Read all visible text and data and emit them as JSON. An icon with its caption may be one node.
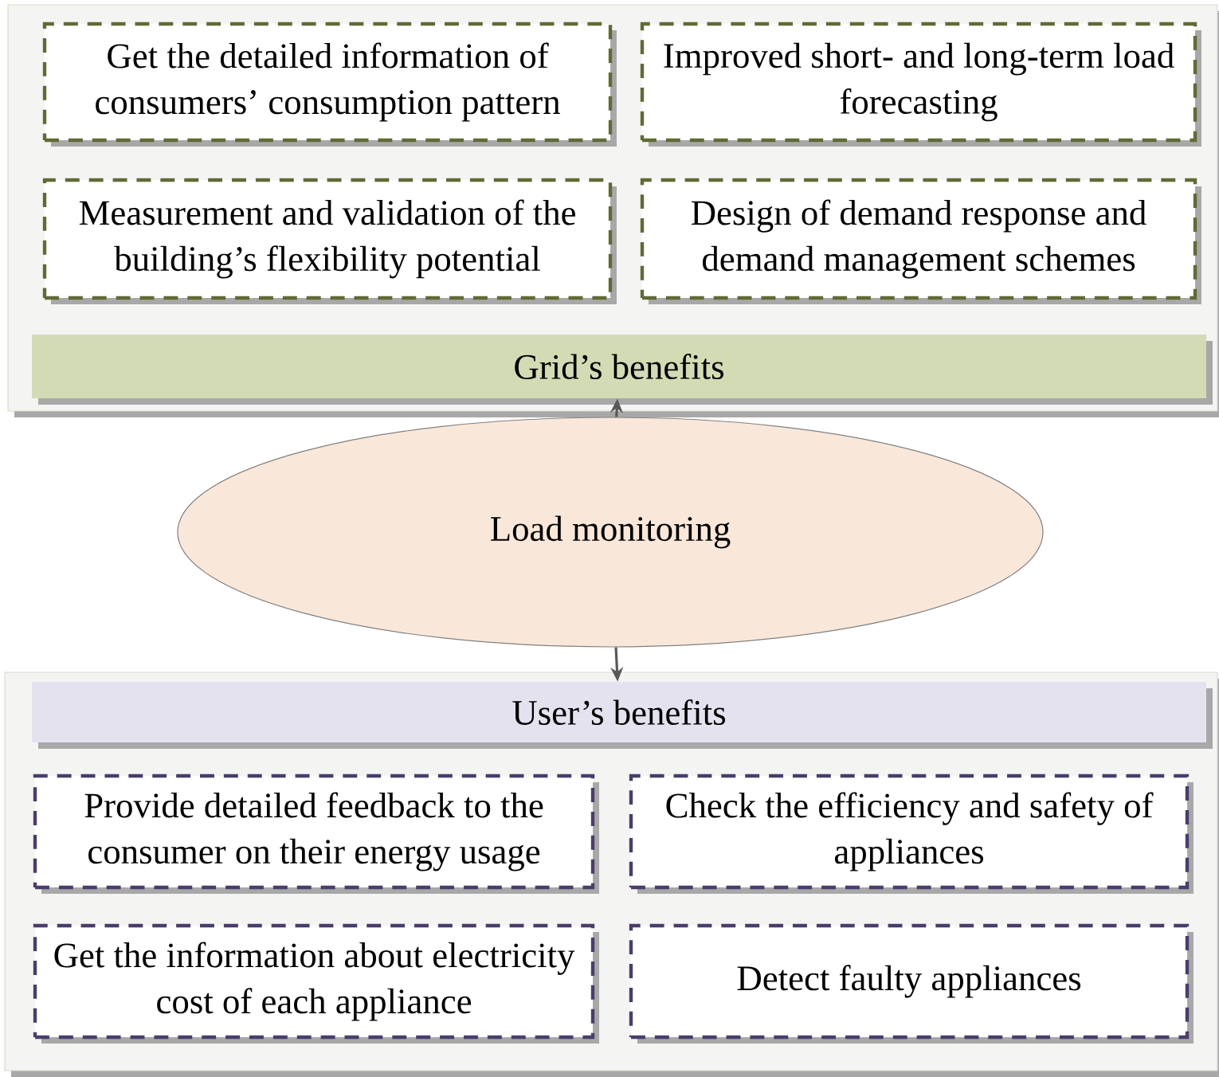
{
  "diagram": {
    "nodes": [
      {
        "text": [],
        "shape": "box"
      },
      {
        "text": [
          "Get the detailed information of consumers’ consumption pattern"
        ],
        "in": 0
      },
      {
        "text": [
          "Improved short- and long-term load forecasting"
        ],
        "in": 0
      },
      {
        "text": [
          "Measurement and validation of the building’s flexibility potential"
        ],
        "in": 0
      },
      {
        "text": [
          "Design of demand response and demand management schemes"
        ],
        "in": 0
      },
      {
        "text": [
          "Grid’s benefits"
        ],
        "in": 0
      },
      {
        "text": [
          "Load monitoring"
        ]
      },
      {
        "text": [],
        "shape": "box"
      },
      {
        "text": [
          "User’s benefits"
        ],
        "in": 7
      },
      {
        "text": [
          "Provide detailed feedback to the consumer on their energy usage"
        ],
        "in": 7
      },
      {
        "text": [
          "Check the efficiency and safety of appliances"
        ],
        "in": 7
      },
      {
        "text": [
          "Get the information about electricity cost of each appliance"
        ],
        "in": 7
      },
      {
        "text": [
          "Detect faulty appliances"
        ],
        "in": 7
      }
    ],
    "edges": [
      {
        "from": 6,
        "to": 5,
        "arrow": "to"
      },
      {
        "from": 6,
        "to": 8,
        "arrow": "to"
      }
    ]
  }
}
